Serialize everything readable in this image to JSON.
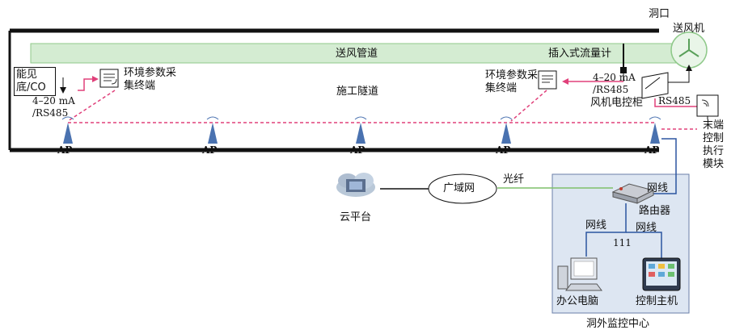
{
  "tunnel": {
    "entrance_label": "洞口",
    "duct_label": "送风管道",
    "tunnel_label": "施工隧道",
    "flowmeter_label": "插入式流量计",
    "fan_label": "送风机"
  },
  "sensor_left": {
    "label": "能见底/CO",
    "signal": "4–20 mA /RS485"
  },
  "terminal_left": {
    "label": "环境参数采集终端"
  },
  "terminal_right": {
    "label": "环境参数采集终端",
    "signal": "4–20 mA /RS485"
  },
  "fan_cabinet": {
    "label": "风机电控柜",
    "link": "RS485"
  },
  "end_module": {
    "label": "末端控制执行模块"
  },
  "access_points": [
    {
      "label": "AP"
    },
    {
      "label": "AP"
    },
    {
      "label": "AP"
    },
    {
      "label": "AP"
    },
    {
      "label": "AP"
    }
  ],
  "network": {
    "cloud_label": "云平台",
    "wan_label": "广域网",
    "fiber_label": "光纤",
    "cable_label_top": "网线",
    "router_label": "路由器",
    "cable_label_left": "网线",
    "cable_label_right": "网线",
    "note": "111",
    "pc_label": "办公电脑",
    "host_label": "控制主机",
    "center_label": "洞外监控中心"
  },
  "colors": {
    "duct_fill": "#d4ecd2",
    "duct_stroke": "#8fc98a",
    "wireless_dash": "#e0407a",
    "signal_line": "#e0407a",
    "center_fill": "#dde6f2",
    "center_stroke": "#6a7fa8",
    "fiber_line": "#7fbf6a",
    "cable_line": "#2b55a0"
  }
}
